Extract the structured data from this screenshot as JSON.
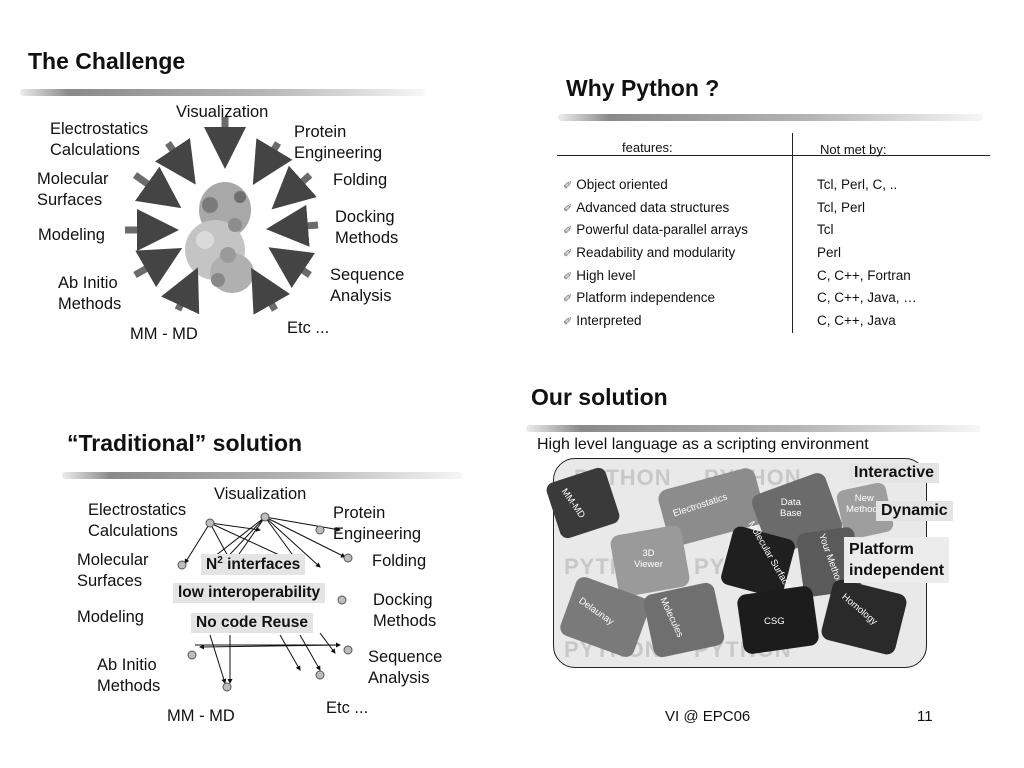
{
  "slide1": {
    "title": "The Challenge",
    "labels": {
      "visualization": "Visualization",
      "electrostatics": "Electrostatics",
      "calculations": "Calculations",
      "protein": "Protein",
      "engineering": "Engineering",
      "molecular": "Molecular",
      "surfaces": "Surfaces",
      "folding": "Folding",
      "docking": "Docking",
      "methods": "Methods",
      "modeling": "Modeling",
      "sequence": "Sequence",
      "analysis": "Analysis",
      "ab_initio": "Ab Initio",
      "ab_methods": "Methods",
      "mm_md": "MM - MD",
      "etc": "Etc ..."
    }
  },
  "slide2": {
    "title": "Why Python ?",
    "col1_header": "features:",
    "col2_header": "Not met by:",
    "rows": [
      {
        "feature": "Object oriented",
        "not_met_by": "Tcl, Perl, C, .."
      },
      {
        "feature": "Advanced data structures",
        "not_met_by": "Tcl, Perl"
      },
      {
        "feature": "Powerful data-parallel arrays",
        "not_met_by": "Tcl"
      },
      {
        "feature": "Readability and modularity",
        "not_met_by": "Perl"
      },
      {
        "feature": "High level",
        "not_met_by": "C, C++, Fortran"
      },
      {
        "feature": "Platform independence",
        "not_met_by": "C, C++, Java, …"
      },
      {
        "feature": "Interpreted",
        "not_met_by": "C, C++, Java"
      }
    ]
  },
  "slide3": {
    "title": "“Traditional” solution",
    "labels": {
      "visualization": "Visualization",
      "electrostatics": "Electrostatics",
      "calculations": "Calculations",
      "protein": "Protein",
      "engineering": "Engineering",
      "molecular": "Molecular",
      "surfaces": "Surfaces",
      "folding": "Folding",
      "docking": "Docking",
      "methods": "Methods",
      "modeling": "Modeling",
      "sequence": "Sequence",
      "analysis": "Analysis",
      "ab_initio": "Ab Initio",
      "ab_methods": "Methods",
      "mm_md": "MM - MD",
      "etc": "Etc ..."
    },
    "n2_prefix": "N",
    "n2_sup": "2",
    "n2_suffix": " interfaces",
    "low_interop": "low interoperability",
    "no_reuse": "No code Reuse"
  },
  "slide4": {
    "title": "Our solution",
    "subtitle": "High level language as a scripting environment",
    "background_word": "PYTHON",
    "pieces": {
      "mm_md": "MM-MD",
      "electrostatics": "Electrostatics",
      "database_line1": "Data",
      "database_line2": "Base",
      "new_methods_line1": "New",
      "new_methods_line2": "Methods",
      "viewer_line1": "3D",
      "viewer_line2": "Viewer",
      "molecular_surfaces": "Molecular Surfaces",
      "your_methods": "Your Methods",
      "delaunay": "Delaunay",
      "molecules": "Molecules",
      "csg": "CSG",
      "homology": "Homology"
    },
    "tags": {
      "interactive": "Interactive",
      "dynamic": "Dynamic",
      "platform_line1": "Platform",
      "platform_line2": "independent"
    }
  },
  "footer": {
    "text": "VI @ EPC06",
    "page_number": "11"
  }
}
